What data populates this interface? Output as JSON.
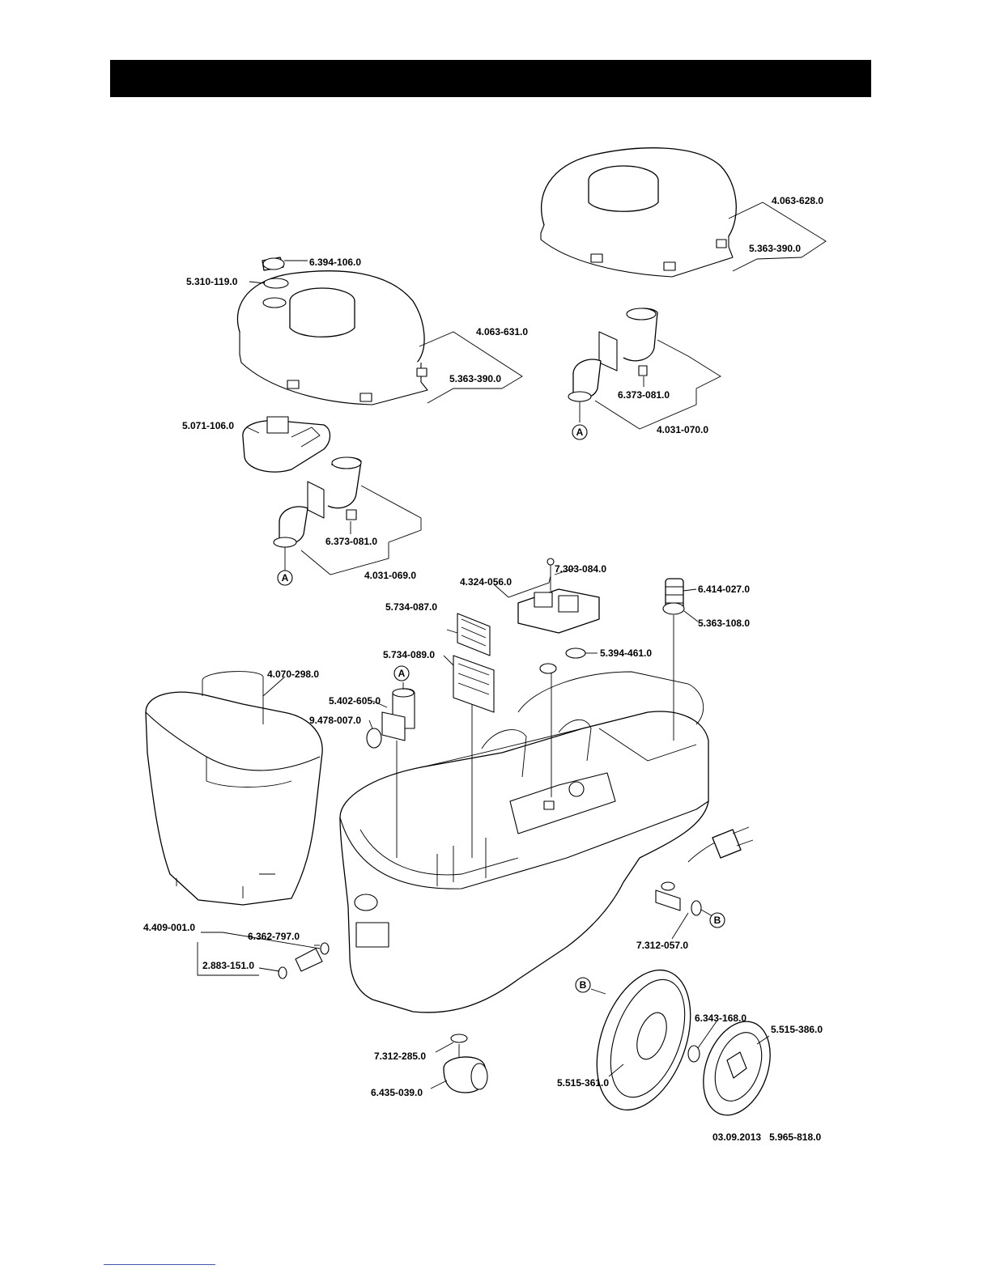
{
  "parts": {
    "p1": "4.063-628.0",
    "p2": "5.363-390.0",
    "p3": "6.394-106.0",
    "p4": "5.310-119.0",
    "p5": "4.063-631.0",
    "p6": "5.363-390.0",
    "p7": "5.071-106.0",
    "p8": "6.373-081.0",
    "p9": "4.031-070.0",
    "p10": "6.373-081.0",
    "p11": "4.031-069.0",
    "p12": "7.303-084.0",
    "p13": "4.324-056.0",
    "p14": "6.414-027.0",
    "p15": "5.734-087.0",
    "p16": "5.363-108.0",
    "p17": "5.734-089.0",
    "p18": "5.394-461.0",
    "p19": "4.070-298.0",
    "p20": "5.402-605.0",
    "p21": "9.478-007.0",
    "p22": "4.409-001.0",
    "p23": "6.362-797.0",
    "p24": "2.883-151.0",
    "p25": "7.312-057.0",
    "p26": "6.343-168.0",
    "p27": "5.515-386.0",
    "p28": "7.312-285.0",
    "p29": "5.515-361.0",
    "p30": "6.435-039.0"
  },
  "markers": {
    "a": "A",
    "b": "B"
  },
  "footer": {
    "date": "03.09.2013",
    "doc_number": "5.965-818.0"
  }
}
